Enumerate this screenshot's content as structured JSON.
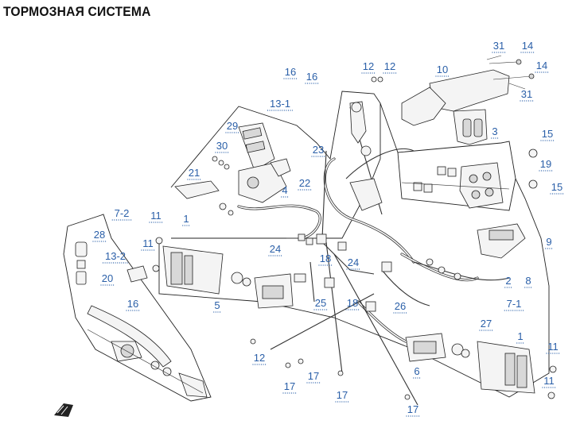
{
  "title": "ТОРМОЗНАЯ СИСТЕМА",
  "callouts": [
    {
      "id": "c-31a",
      "text": "31"
    },
    {
      "id": "c-14a",
      "text": "14"
    },
    {
      "id": "c-14b",
      "text": "14"
    },
    {
      "id": "c-31b",
      "text": "31"
    },
    {
      "id": "c-12a",
      "text": "12"
    },
    {
      "id": "c-12b",
      "text": "12"
    },
    {
      "id": "c-10",
      "text": "10"
    },
    {
      "id": "c-16a",
      "text": "16"
    },
    {
      "id": "c-16b",
      "text": "16"
    },
    {
      "id": "c-13-1",
      "text": "13-1"
    },
    {
      "id": "c-3",
      "text": "3"
    },
    {
      "id": "c-15a",
      "text": "15"
    },
    {
      "id": "c-19",
      "text": "19"
    },
    {
      "id": "c-15b",
      "text": "15"
    },
    {
      "id": "c-29",
      "text": "29"
    },
    {
      "id": "c-30",
      "text": "30"
    },
    {
      "id": "c-23",
      "text": "23"
    },
    {
      "id": "c-21",
      "text": "21"
    },
    {
      "id": "c-4",
      "text": "4"
    },
    {
      "id": "c-22",
      "text": "22"
    },
    {
      "id": "c-7-2",
      "text": "7-2"
    },
    {
      "id": "c-11a",
      "text": "11"
    },
    {
      "id": "c-1a",
      "text": "1"
    },
    {
      "id": "c-28",
      "text": "28"
    },
    {
      "id": "c-11b",
      "text": "11"
    },
    {
      "id": "c-9",
      "text": "9"
    },
    {
      "id": "c-24a",
      "text": "24"
    },
    {
      "id": "c-18a",
      "text": "18"
    },
    {
      "id": "c-24b",
      "text": "24"
    },
    {
      "id": "c-13-2",
      "text": "13-2"
    },
    {
      "id": "c-20",
      "text": "20"
    },
    {
      "id": "c-2",
      "text": "2"
    },
    {
      "id": "c-8",
      "text": "8"
    },
    {
      "id": "c-16c",
      "text": "16"
    },
    {
      "id": "c-5",
      "text": "5"
    },
    {
      "id": "c-25",
      "text": "25"
    },
    {
      "id": "c-18b",
      "text": "18"
    },
    {
      "id": "c-26",
      "text": "26"
    },
    {
      "id": "c-7-1",
      "text": "7-1"
    },
    {
      "id": "c-27",
      "text": "27"
    },
    {
      "id": "c-1b",
      "text": "1"
    },
    {
      "id": "c-11c",
      "text": "11"
    },
    {
      "id": "c-12c",
      "text": "12"
    },
    {
      "id": "c-6",
      "text": "6"
    },
    {
      "id": "c-17a",
      "text": "17"
    },
    {
      "id": "c-17b",
      "text": "17"
    },
    {
      "id": "c-17c",
      "text": "17"
    },
    {
      "id": "c-11d",
      "text": "11"
    },
    {
      "id": "c-17d",
      "text": "17"
    }
  ]
}
